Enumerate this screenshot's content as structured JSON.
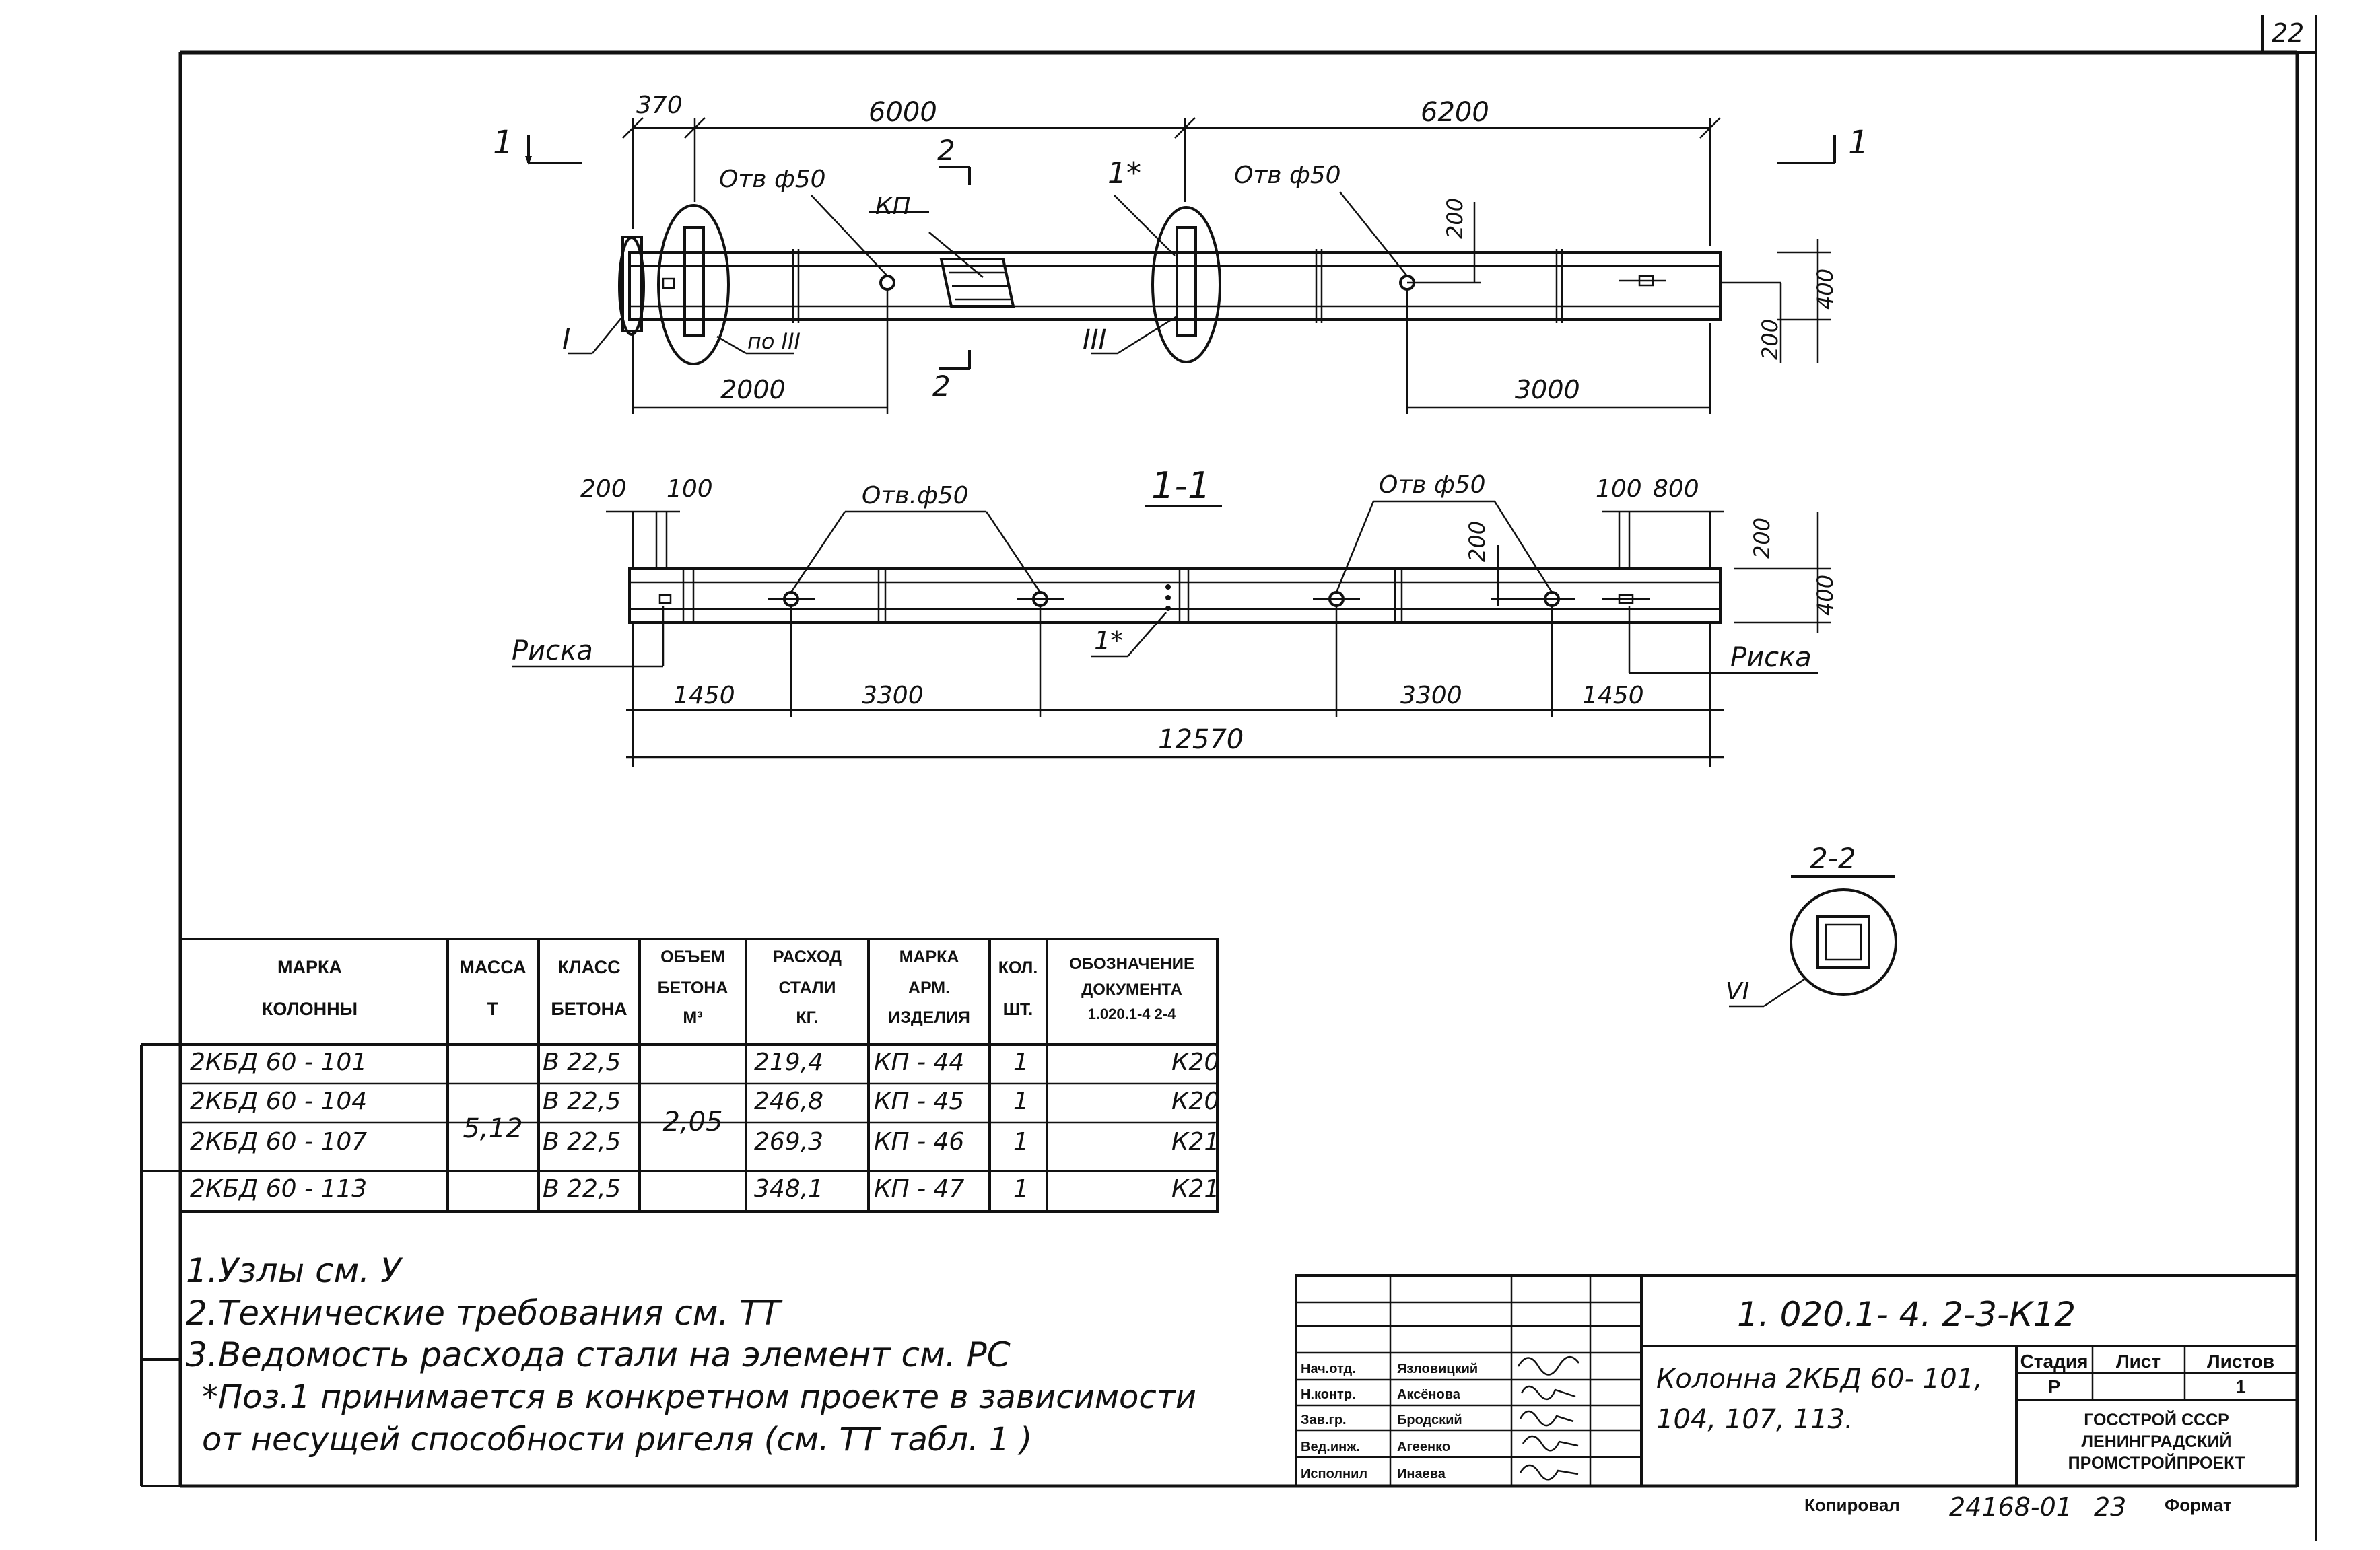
{
  "sheet": {
    "number": "22"
  },
  "plan": {
    "section_mark": "1",
    "dims_top": [
      "370",
      "6000",
      "6200"
    ],
    "dims_bottom_left": "2000",
    "dims_bottom_right": "3000",
    "hole_left": "Отв ф50",
    "hole_right": "Отв ф50",
    "kp_label": "КП",
    "section_2": "2",
    "node_1": "I",
    "node_3_ref": "по III",
    "node_3": "III",
    "pos_1": "1*",
    "dim_200_top": "200",
    "dim_400": "400",
    "dim_200_side": "200"
  },
  "section11": {
    "title": "1-1",
    "dim_200": "200",
    "dim_100": "100",
    "hole_left": "Отв.ф50",
    "hole_right": "Отв ф50",
    "dim_100_right": "100",
    "dim_800": "800",
    "dim_200_right": "200",
    "dim_200_mid": "200",
    "dim_400": "400",
    "riska_left": "Риска",
    "riska_right": "Риска",
    "pos_1": "1*",
    "dims": [
      "1450",
      "3300",
      "3300",
      "1450"
    ],
    "total": "12570"
  },
  "section22": {
    "title": "2-2",
    "node": "VI"
  },
  "spec_table": {
    "headers": [
      [
        "МАРКА",
        "КОЛОННЫ"
      ],
      [
        "МАССА",
        "Т"
      ],
      [
        "КЛАСС",
        "БЕТОНА"
      ],
      [
        "ОБЪЕМ",
        "БЕТОНА",
        "М³"
      ],
      [
        "РАСХОД",
        "СТАЛИ",
        "КГ."
      ],
      [
        "МАРКА",
        "АРМ.",
        "ИЗДЕЛИЯ"
      ],
      [
        "КОЛ.",
        "ШТ."
      ],
      [
        "ОБОЗНАЧЕНИЕ",
        "ДОКУМЕНТА",
        "1.020.1-4  2-4"
      ]
    ],
    "mass": "5,12",
    "volume": "2,05",
    "rows": [
      {
        "mark": "2КБД 60 - 101",
        "concrete": "В 22,5",
        "steel": "219,4",
        "arm": "КП - 44",
        "qty": "1",
        "doc": "К20"
      },
      {
        "mark": "2КБД 60 - 104",
        "concrete": "В 22,5",
        "steel": "246,8",
        "arm": "КП - 45",
        "qty": "1",
        "doc": "К20"
      },
      {
        "mark": "2КБД 60 - 107",
        "concrete": "В 22,5",
        "steel": "269,3",
        "arm": "КП - 46",
        "qty": "1",
        "doc": "К21"
      },
      {
        "mark": "2КБД 60 - 113",
        "concrete": "В 22,5",
        "steel": "348,1",
        "arm": "КП - 47",
        "qty": "1",
        "doc": "К21"
      }
    ]
  },
  "notes": [
    "1.Узлы  см. У",
    "2.Технические требования см. ТТ",
    "3.Ведомость расхода стали на элемент см. РС",
    "*Поз.1 принимается в конкретном проекте в зависимости",
    "от несущей способности ригеля (см. ТТ табл. 1 )"
  ],
  "title_block": {
    "code": "1. 020.1- 4.   2-3-К12",
    "roles": [
      "Нач.отд.",
      "Н.контр.",
      "Зав.гр.",
      "Вед.инж.",
      "Исполнил"
    ],
    "names": [
      "Язловицкий",
      "Аксёнова",
      "Бродский",
      "Агеенко",
      "Инаева"
    ],
    "description_1": "Колонна 2КБД 60- 101,",
    "description_2": "104, 107, 113.",
    "stage_headers": [
      "Стадия",
      "Лист",
      "Листов"
    ],
    "stage": "Р",
    "sheets": "1",
    "org_1": "ГОССТРОЙ СССР",
    "org_2": "ЛЕНИНГРАДСКИЙ",
    "org_3": "ПРОМСТРОЙПРОЕКТ"
  },
  "footer": {
    "copied": "Копировал",
    "number": "24168-01",
    "page": "23",
    "format": "Формат"
  }
}
